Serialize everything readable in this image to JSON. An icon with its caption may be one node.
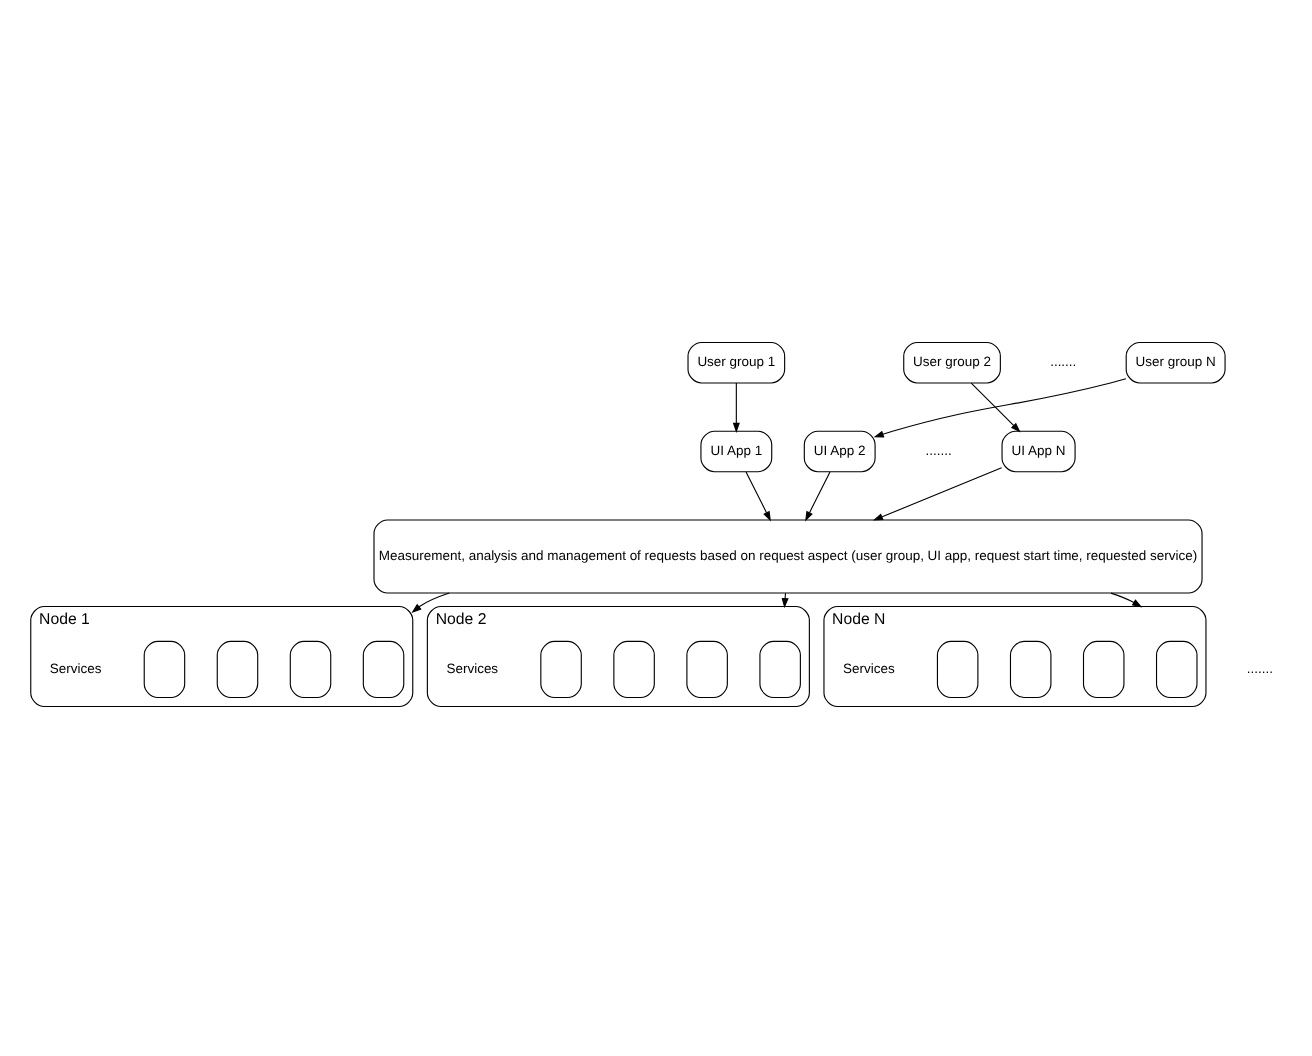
{
  "diagram": {
    "nodes": [
      {
        "text": [
          "User group 1"
        ]
      },
      {
        "text": [
          "User group 2"
        ]
      },
      {
        "text": [
          "User group N"
        ]
      },
      {
        "text": [
          "UI App 1"
        ]
      },
      {
        "text": [
          "UI App 2"
        ]
      },
      {
        "text": [
          "UI App N"
        ]
      },
      {
        "text": [
          "Measurement, analysis and management of requests based on request aspect (user group, UI app, request start time, requested service)"
        ]
      },
      {
        "text": [
          "Node 1",
          "Services"
        ]
      },
      {
        "text": [],
        "shape": "box",
        "in": 7
      },
      {
        "text": [],
        "shape": "box",
        "in": 7
      },
      {
        "text": [],
        "shape": "box",
        "in": 7
      },
      {
        "text": [],
        "shape": "box",
        "in": 7
      },
      {
        "text": [
          "Node 2",
          "Services"
        ]
      },
      {
        "text": [],
        "shape": "box",
        "in": 12
      },
      {
        "text": [],
        "shape": "box",
        "in": 12
      },
      {
        "text": [],
        "shape": "box",
        "in": 12
      },
      {
        "text": [],
        "shape": "box",
        "in": 12
      },
      {
        "text": [
          "Node N",
          "Services"
        ]
      },
      {
        "text": [],
        "shape": "box",
        "in": 17
      },
      {
        "text": [],
        "shape": "box",
        "in": 17
      },
      {
        "text": [],
        "shape": "box",
        "in": 17
      },
      {
        "text": [],
        "shape": "box",
        "in": 17
      }
    ],
    "edges": [
      {
        "from": 0,
        "to": 3,
        "arrow": "to"
      },
      {
        "from": 1,
        "to": 5,
        "arrow": "to"
      },
      {
        "from": 2,
        "to": 4,
        "arrow": "to"
      },
      {
        "from": 3,
        "to": 6,
        "arrow": "to"
      },
      {
        "from": 4,
        "to": 6,
        "arrow": "to"
      },
      {
        "from": 5,
        "to": 6,
        "arrow": "to"
      },
      {
        "from": 6,
        "to": 7,
        "arrow": "to"
      },
      {
        "from": 6,
        "to": 12,
        "arrow": "to"
      },
      {
        "from": 6,
        "to": 17,
        "arrow": "to"
      }
    ],
    "labels": [
      ".......",
      ".......",
      "......."
    ]
  }
}
